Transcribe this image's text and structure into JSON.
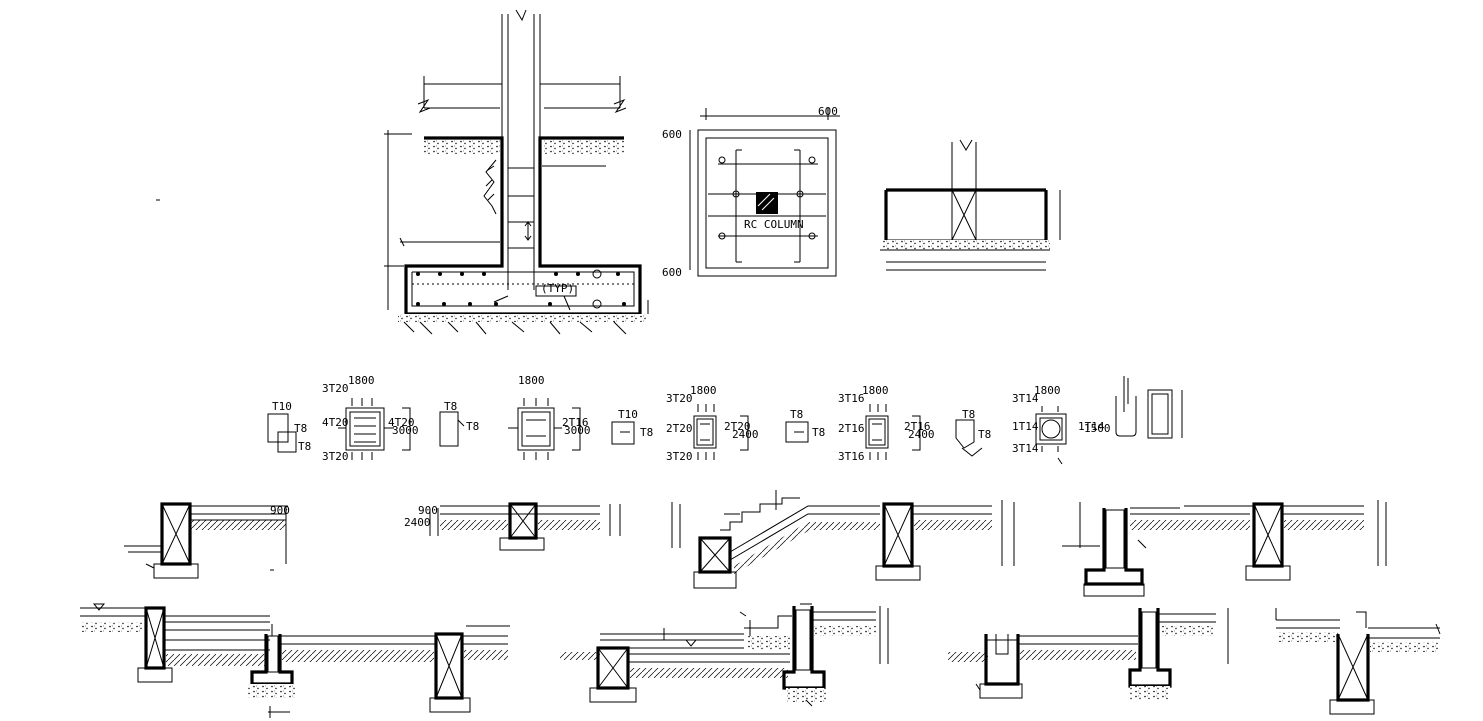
{
  "footing_plan": {
    "dim_top": "600",
    "dim_left_top": "600",
    "dim_left_bottom": "600",
    "column_label": "RC COLUMN"
  },
  "footing_section": {
    "typ_label": "(TYP)"
  },
  "beam_sections": [
    {
      "tag": "T10",
      "stirrups": [
        "T8",
        "T8"
      ]
    },
    {
      "width": "1800",
      "top": "3T20",
      "bottom": "3T20",
      "left": "4T20",
      "right": "4T20",
      "height": "3000"
    },
    {
      "tag": "T8",
      "stirrups": [
        "T8"
      ]
    },
    {
      "width": "1800",
      "right": "2T16",
      "height": "3000"
    },
    {
      "tag": "T10",
      "stirrups": [
        "T8"
      ]
    },
    {
      "width": "1800",
      "top": "3T20",
      "bottom": "3T20",
      "left": "2T20",
      "right": "2T20",
      "height": "2400"
    },
    {
      "tag": "T8",
      "stirrups": [
        "T8"
      ]
    },
    {
      "width": "1800",
      "top": "3T16",
      "bottom": "3T16",
      "left": "2T16",
      "right": "2T16",
      "height": "2400"
    },
    {
      "tag": "T8",
      "stirrups": [
        "T8"
      ]
    },
    {
      "width": "1800",
      "top": "3T14",
      "bottom": "3T14",
      "left": "1T14",
      "right": "1T14",
      "height": "1500"
    }
  ],
  "wall_details": {
    "dim_a": "900",
    "dim_b": "900",
    "dim_c": "2400"
  }
}
